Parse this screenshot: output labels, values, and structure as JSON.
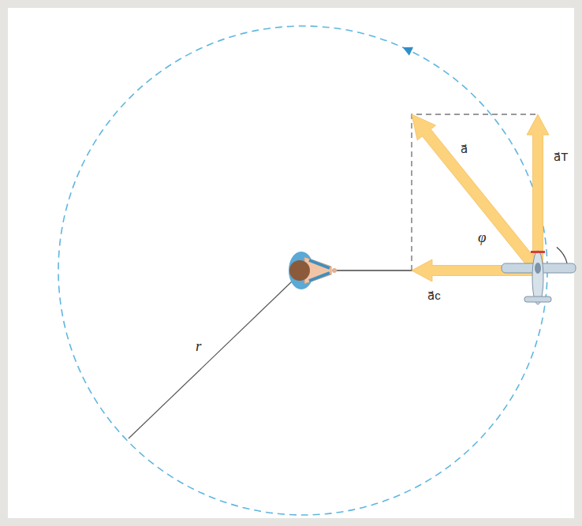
{
  "diagram": {
    "labels": [
      "a⃗",
      "a⃗T",
      "φ",
      "a⃗c",
      "r"
    ]
  }
}
